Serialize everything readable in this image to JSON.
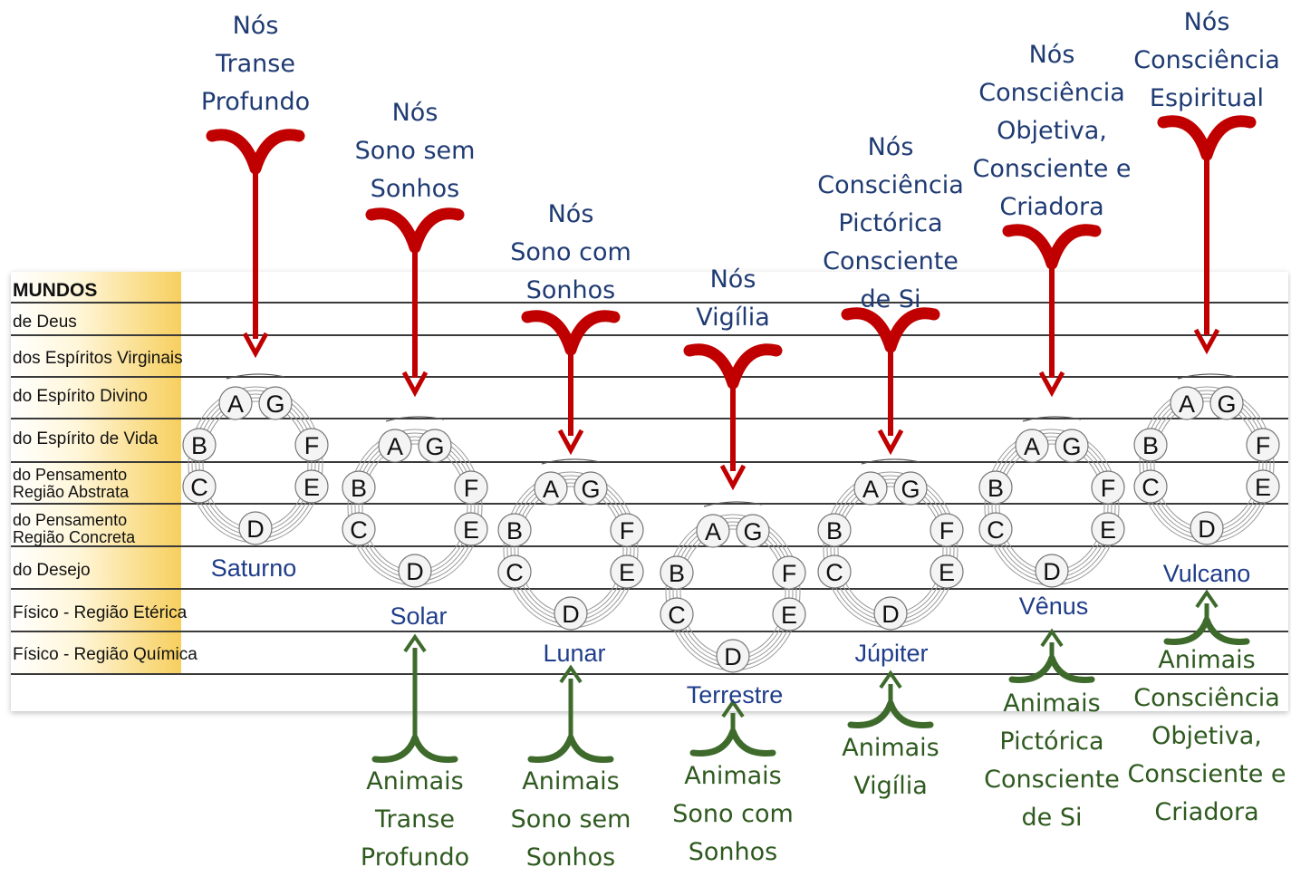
{
  "table": {
    "rows": [
      {
        "label": "MUNDOS",
        "header": true
      },
      {
        "label": "de Deus"
      },
      {
        "label": "dos Espíritos Virginais"
      },
      {
        "label": "do Espírito Divino"
      },
      {
        "label": "do Espírito de Vida"
      },
      {
        "label": "do Pensamento",
        "label2": "Região Abstrata"
      },
      {
        "label": "do Pensamento",
        "label2": "Região Concreta"
      },
      {
        "label": "do Desejo"
      },
      {
        "label": "Físico - Região Etérica"
      },
      {
        "label": "Físico - Região Química"
      }
    ]
  },
  "ring_letters": {
    "top_left": "A",
    "top_right": "G",
    "left_upper": "B",
    "right_upper": "F",
    "left_lower": "C",
    "right_lower": "E",
    "bottom": "D"
  },
  "periods": [
    {
      "planet": "Saturno",
      "nos": [
        "Nós",
        "Transe",
        "Profundo"
      ],
      "animais": []
    },
    {
      "planet": "Solar",
      "nos": [
        "Nós",
        "Sono sem",
        "Sonhos"
      ],
      "animais": [
        "Animais",
        "Transe",
        "Profundo"
      ]
    },
    {
      "planet": "Lunar",
      "nos": [
        "Nós",
        "Sono com",
        "Sonhos"
      ],
      "animais": [
        "Animais",
        "Sono sem",
        "Sonhos"
      ]
    },
    {
      "planet": "Terrestre",
      "nos": [
        "Nós",
        "Vigília"
      ],
      "animais": [
        "Animais",
        "Sono com",
        "Sonhos"
      ]
    },
    {
      "planet": "Júpiter",
      "nos": [
        "Nós",
        "Consciência",
        "Pictórica",
        "Consciente",
        "de Si"
      ],
      "animais": [
        "Animais",
        "Vigília"
      ]
    },
    {
      "planet": "Vênus",
      "nos": [
        "Nós",
        "Consciência",
        "Objetiva,",
        "Consciente e",
        "Criadora"
      ],
      "animais": [
        "Animais",
        "Pictórica",
        "Consciente",
        "de Si"
      ]
    },
    {
      "planet": "Vulcano",
      "nos": [
        "Nós",
        "Consciência",
        "Espiritual"
      ],
      "animais": [
        "Animais",
        "Consciência",
        "Objetiva,",
        "Consciente e",
        "Criadora"
      ]
    }
  ],
  "colors": {
    "nos_arrow": "#c00000",
    "animais_arrow": "#3e6b2c",
    "nos_text": "#1f3b73",
    "animais_text": "#2e5a1f",
    "planet_text": "#1f3d8a"
  }
}
